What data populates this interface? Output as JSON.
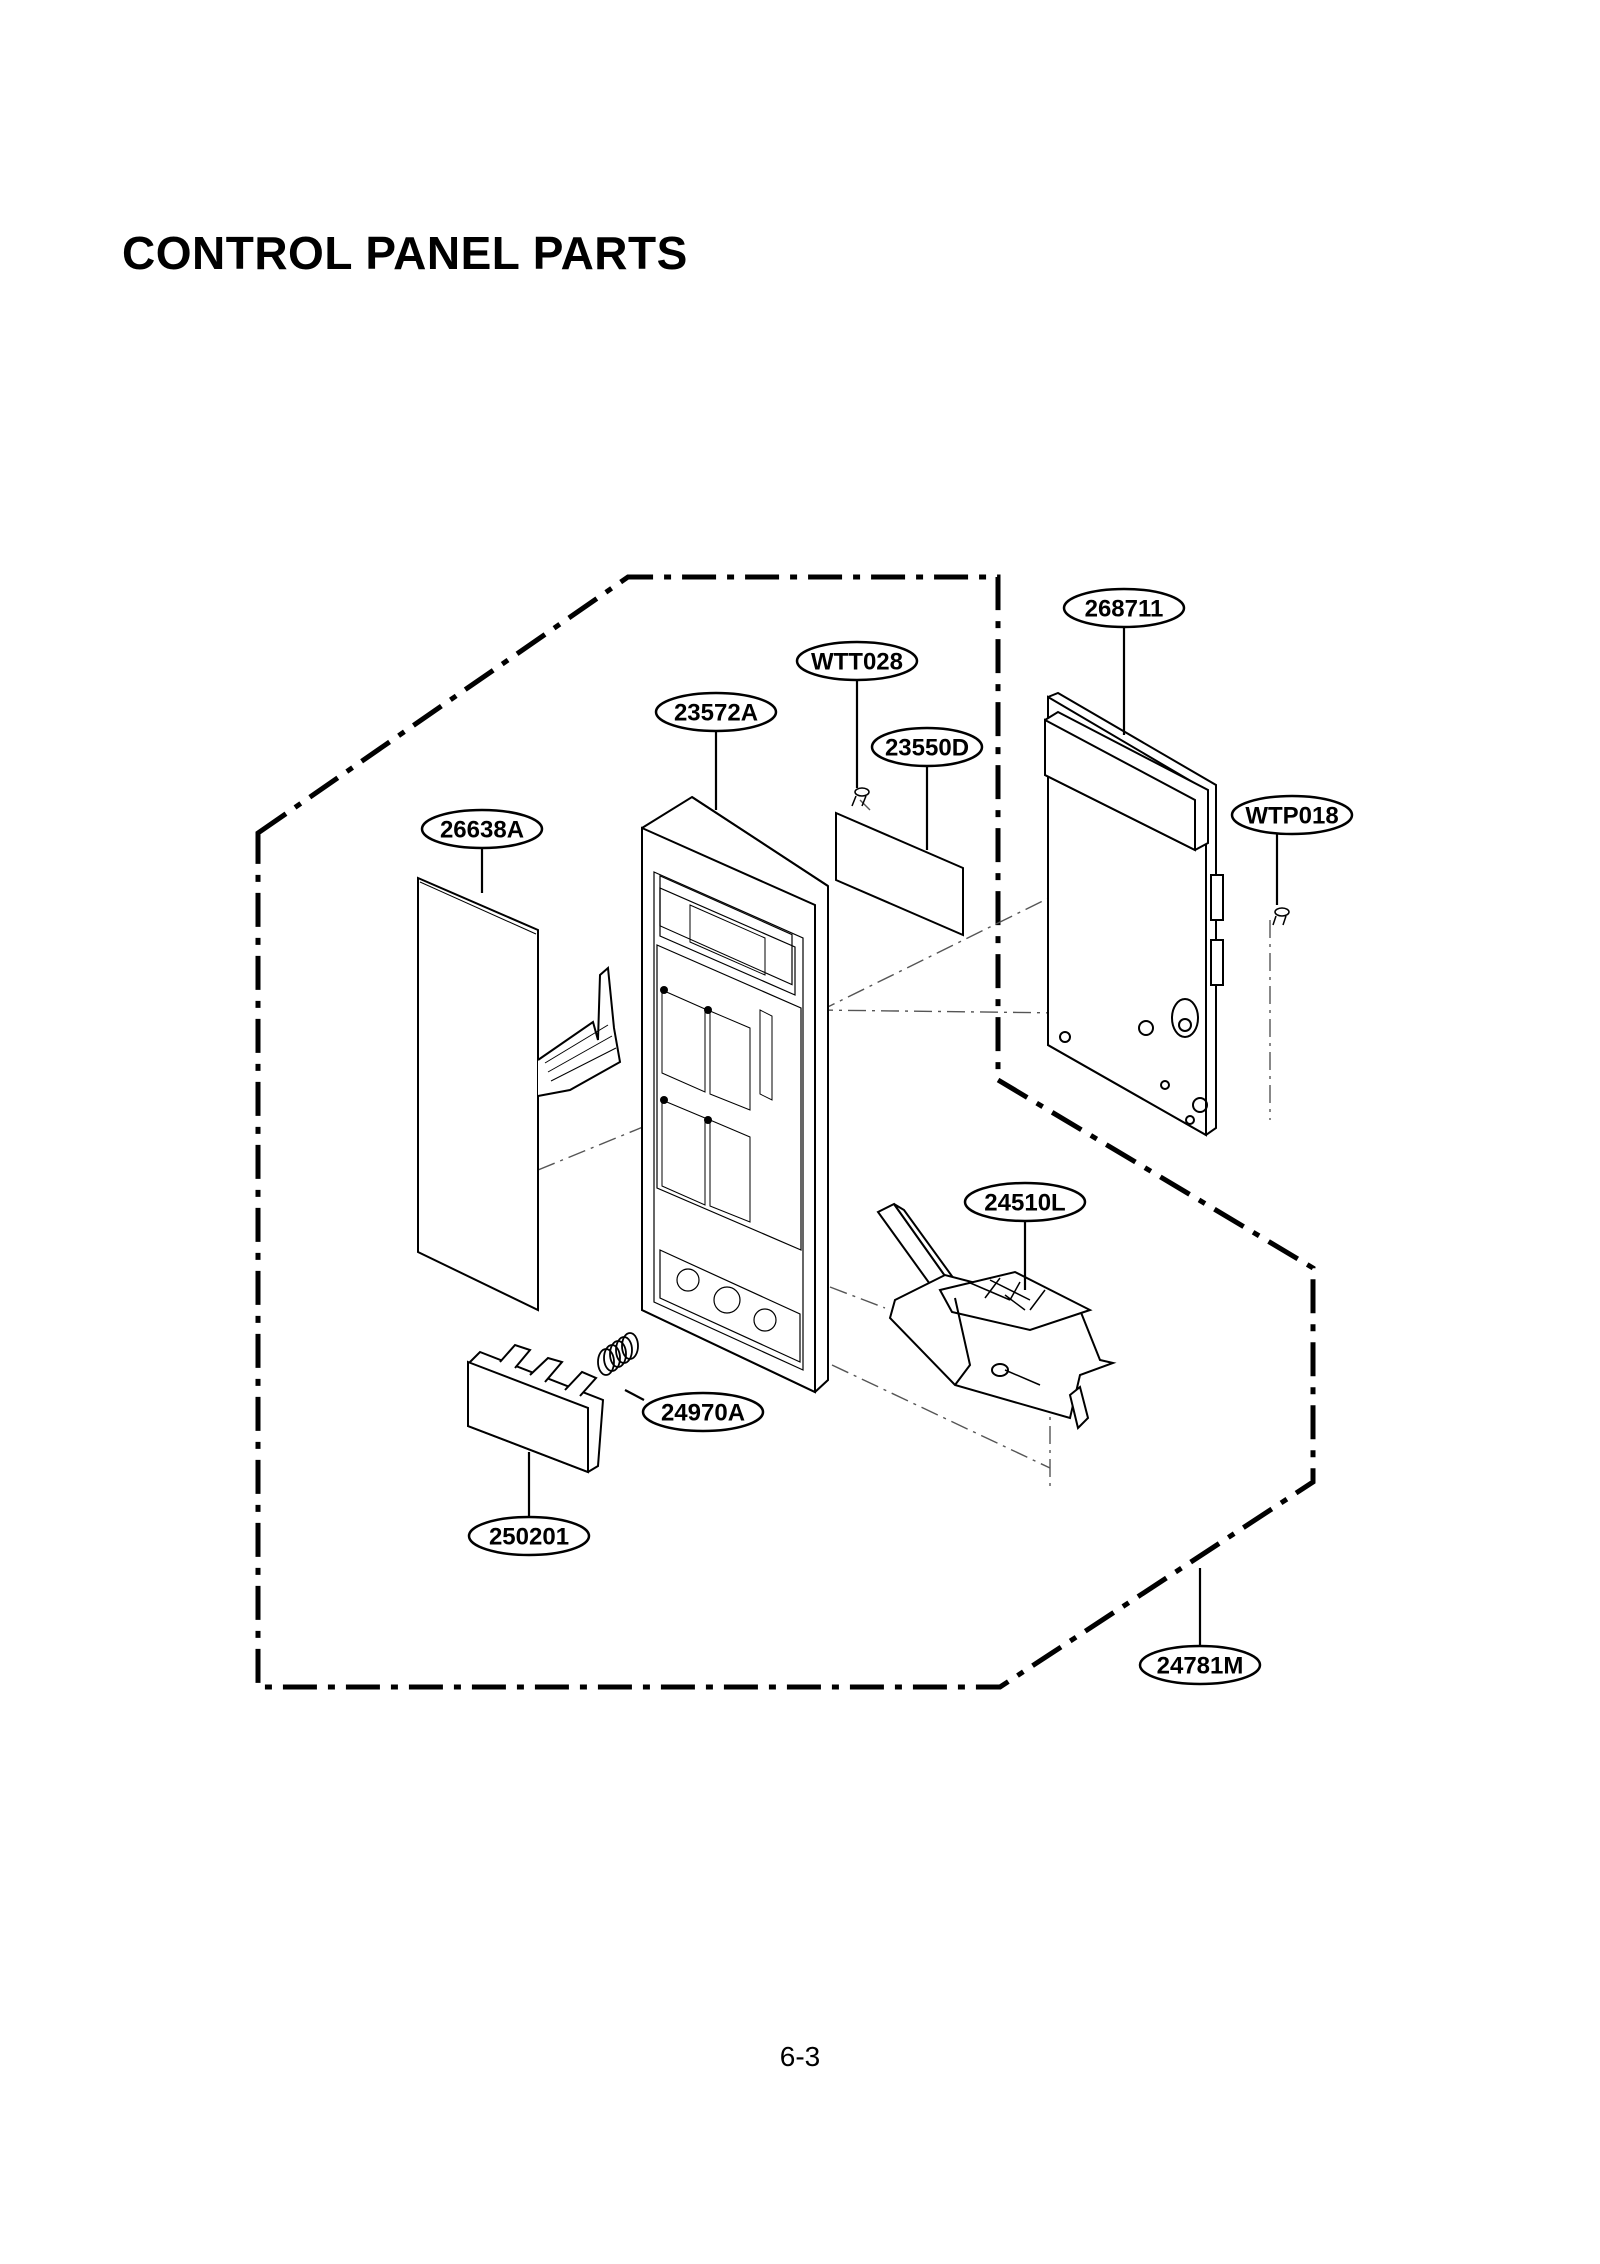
{
  "page": {
    "title": "CONTROL PANEL PARTS",
    "page_number": "6-3"
  },
  "diagram": {
    "part_labels": {
      "p268711": "268711",
      "pWTT028": "WTT028",
      "p23572A": "23572A",
      "p23550D": "23550D",
      "p26638A": "26638A",
      "pWTP018": "WTP018",
      "p24510L": "24510L",
      "p24970A": "24970A",
      "p250201": "250201",
      "p24781M": "24781M"
    }
  }
}
